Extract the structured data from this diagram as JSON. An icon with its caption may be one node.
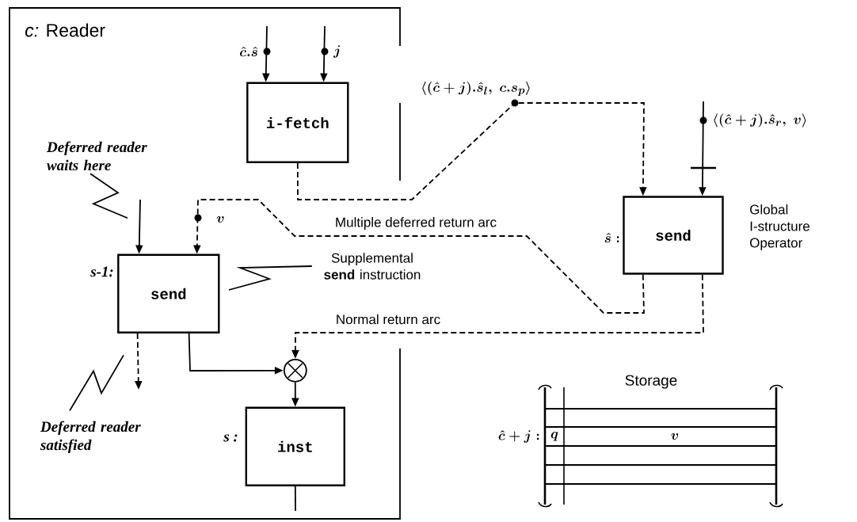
{
  "diagram": {
    "nodes": [
      {
        "text": [
          "*c:* Reader"
        ]
      },
      {
        "text": [
          "i-fetch"
        ],
        "in": 0
      },
      {
        "text": [
          "\\langle(\\hat{c}+j).\\hat{s}_l,\\ c.s_p\\rangle"
        ]
      },
      {
        "text": [
          "Deferred reader waits here"
        ],
        "in": 0
      },
      {
        "text": [
          "send"
        ],
        "in": 0,
        "beside": [
          "s-1:"
        ]
      },
      {
        "text": [
          "send"
        ],
        "beside": [
          "\\hat{s}:",
          "Global I-structure Operator"
        ]
      },
      {
        "text": [
          "Supplemental **send** instruction"
        ]
      },
      {
        "text": [],
        "shape": "circle",
        "in": 0
      },
      {
        "text": [
          "inst"
        ],
        "in": 0,
        "beside": [
          "s :"
        ]
      },
      {
        "text": [
          "Deferred reader satisfied"
        ],
        "in": 0
      }
    ],
    "edges": [
      {
        "from": null,
        "to": 1,
        "arrow": "to",
        "label": "\\hat{c}.\\hat{s}"
      },
      {
        "from": null,
        "to": 1,
        "arrow": "to",
        "label": "j"
      },
      {
        "from": 1,
        "to": 2,
        "arrow": "none",
        "style": "dashed"
      },
      {
        "from": 2,
        "to": 5,
        "arrow": "to",
        "style": "dashed"
      },
      {
        "from": null,
        "to": 5,
        "arrow": "to",
        "label": "\\langle(\\hat{c}+j).\\hat{s}_r,\\ v\\rangle"
      },
      {
        "from": null,
        "to": 4,
        "arrow": "to"
      },
      {
        "from": 5,
        "to": 4,
        "arrow": "to",
        "style": "dashed",
        "label": "Multiple deferred return arc"
      },
      {
        "from": 4,
        "to": null,
        "arrow": "to",
        "style": "dashed"
      },
      {
        "from": 4,
        "to": 7,
        "arrow": "to"
      },
      {
        "from": 5,
        "to": 7,
        "arrow": "to",
        "style": "dashed",
        "label": "Normal return arc"
      },
      {
        "from": 7,
        "to": 8,
        "arrow": "to"
      },
      {
        "from": 8,
        "to": null,
        "arrow": "none"
      },
      {
        "from": 3,
        "to": null,
        "arrow": "none"
      },
      {
        "from": 6,
        "to": 4,
        "arrow": "none"
      },
      {
        "from": 9,
        "to": null,
        "arrow": "none"
      }
    ],
    "labels": [
      "v",
      "Storage",
      "\\hat{c}+j:",
      "q",
      "v"
    ]
  }
}
